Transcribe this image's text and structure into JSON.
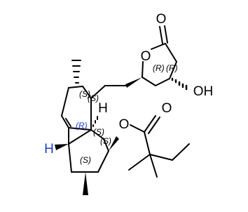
{
  "colors": {
    "bond": "#000000",
    "highlight": "#1e3fc8"
  },
  "atoms": {
    "lactone_carbonyl_o": "O",
    "ring_o": "O",
    "hydroxyl": "OH",
    "ester_o": "O",
    "ester_carbonyl_o": "O",
    "h_junction": "H",
    "h_blue": "H"
  },
  "stereo": {
    "lactone_r1": "(R)",
    "lactone_r2": "(R)",
    "c1_s1": "(S)",
    "c1_s2": "(S)",
    "c8a_r": "(R)",
    "c8_s1": "(S)",
    "c8_s2": "(S)",
    "c6_s": "(S)"
  }
}
